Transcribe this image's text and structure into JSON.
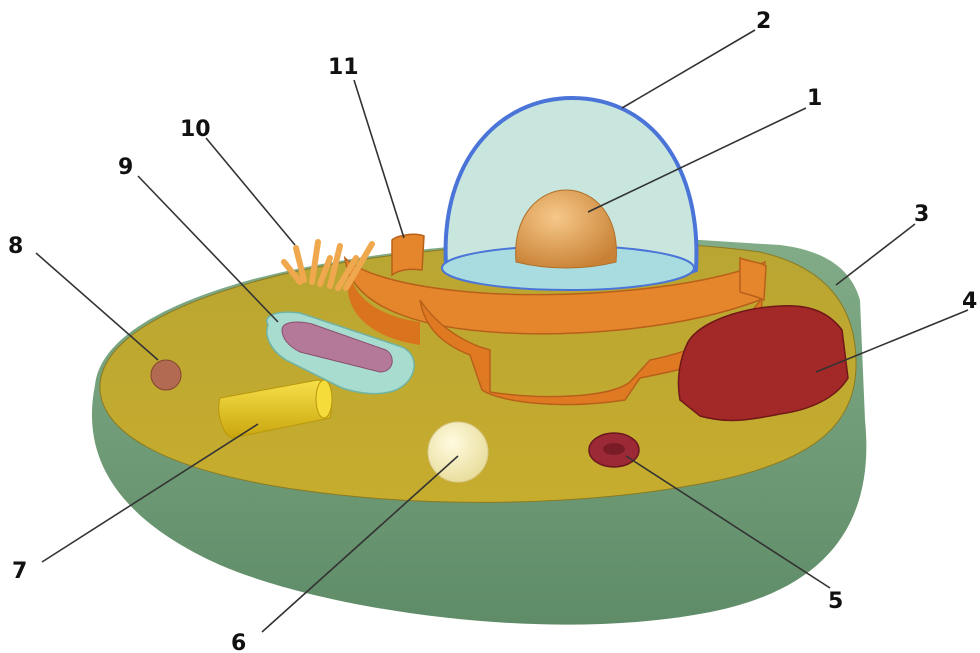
{
  "labels": [
    "1",
    "2",
    "3",
    "4",
    "5",
    "6",
    "7",
    "8",
    "9",
    "10",
    "11"
  ],
  "colors": {
    "membrane": "#6f9a78",
    "cytoplasm": "#b8a12c",
    "nuclear_envelope": "#4a74d8",
    "nucleus": "#bfe3d8",
    "nucleolus": "#e0a05a",
    "golgi_er": "#e5862c",
    "rough_er": "#a32828",
    "lysosome": "#9c2a36",
    "vacuole": "#f4ebb6",
    "centriole": "#e8c81c",
    "ribosome": "#b36a52",
    "mitochondrion_outer": "#a8dccf",
    "mitochondrion_inner": "#b47898",
    "cilia": "#f0a84e"
  }
}
